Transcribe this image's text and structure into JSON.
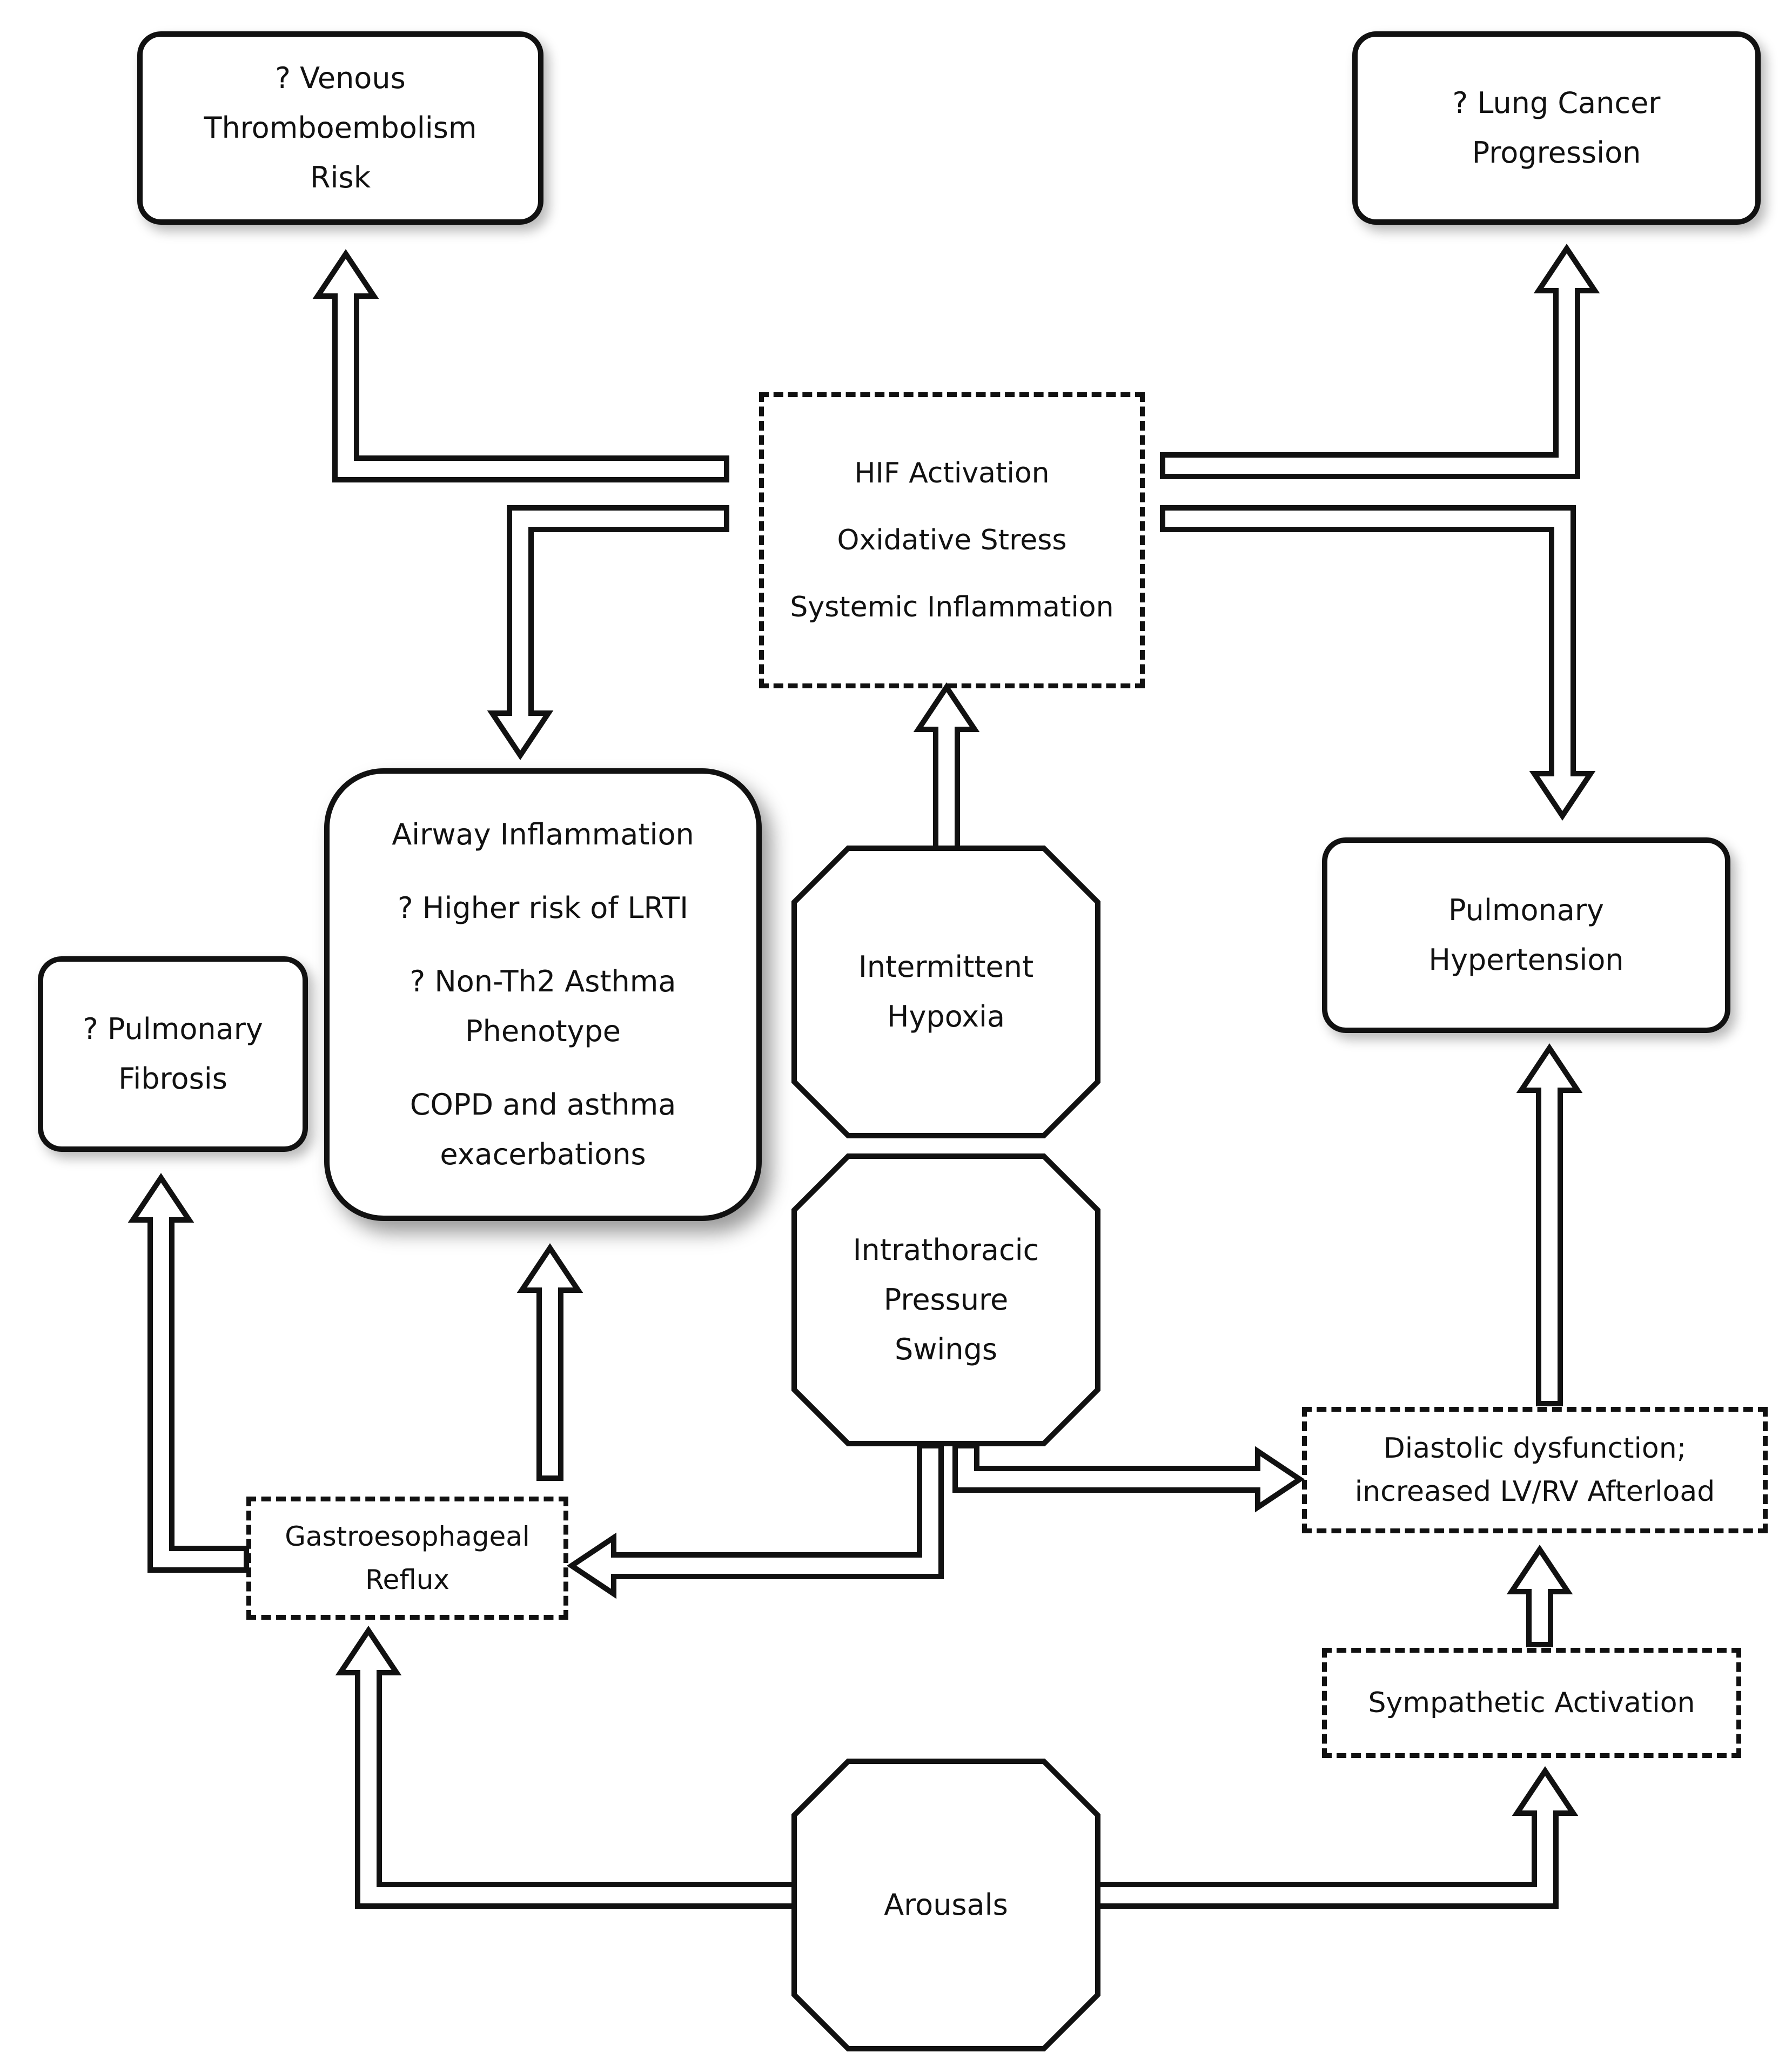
{
  "nodes": {
    "vte": {
      "lines": [
        "? Venous",
        "Thromboembolism",
        "Risk"
      ]
    },
    "lung_cancer": {
      "lines": [
        "? Lung Cancer",
        "Progression"
      ]
    },
    "mechanisms": {
      "lines": [
        "HIF Activation",
        "Oxidative Stress",
        "Systemic Inflammation"
      ]
    },
    "airway": {
      "lines": [
        "Airway Inflammation",
        "? Higher risk of LRTI",
        "? Non-Th2  Asthma",
        "Phenotype",
        "COPD and asthma",
        "exacerbations"
      ]
    },
    "pulmonary_fibrosis": {
      "lines": [
        "? Pulmonary",
        "Fibrosis"
      ]
    },
    "intermittent_hypoxia": {
      "lines": [
        "Intermittent",
        "Hypoxia"
      ]
    },
    "intrathoracic": {
      "lines": [
        "Intrathoracic",
        "Pressure",
        "Swings"
      ]
    },
    "pulmonary_hypertension": {
      "lines": [
        "Pulmonary",
        "Hypertension"
      ]
    },
    "diastolic": {
      "lines": [
        "Diastolic dysfunction;",
        "increased LV/RV Afterload"
      ]
    },
    "reflux": {
      "lines": [
        "Gastroesophageal",
        "Reflux"
      ]
    },
    "sympathetic": {
      "lines": [
        "Sympathetic Activation"
      ]
    },
    "arousals": {
      "lines": [
        "Arousals"
      ]
    }
  },
  "style": {
    "stroke_color": "#111111",
    "fill_color": "#ffffff"
  }
}
